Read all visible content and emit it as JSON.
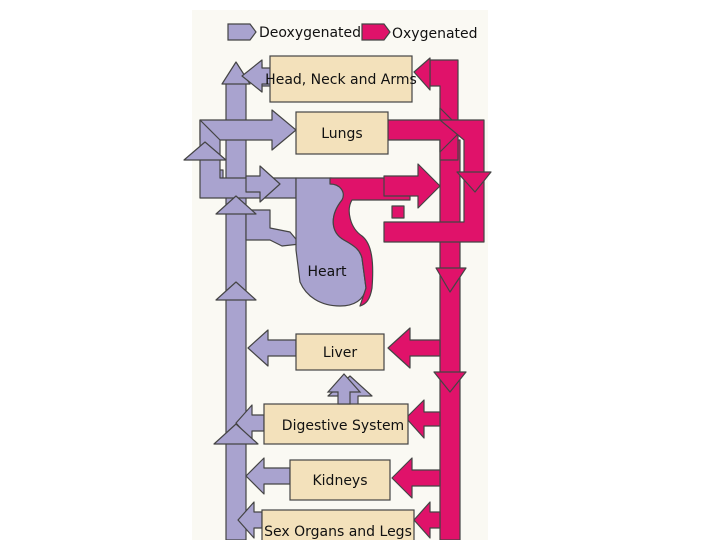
{
  "legend": {
    "deoxygenated": "Deoxygenated",
    "oxygenated": "Oxygenated"
  },
  "colors": {
    "deoxygenated": "#a9a3cf",
    "oxygenated": "#e0126a",
    "box_fill": "#f3e1bb",
    "panel": "#faf9f3",
    "outline": "#444444"
  },
  "organs": {
    "head": "Head, Neck and Arms",
    "lungs": "Lungs",
    "heart": "Heart",
    "liver": "Liver",
    "digestive": "Digestive System",
    "kidneys": "Kidneys",
    "sex_legs": "Sex Organs and Legs"
  }
}
